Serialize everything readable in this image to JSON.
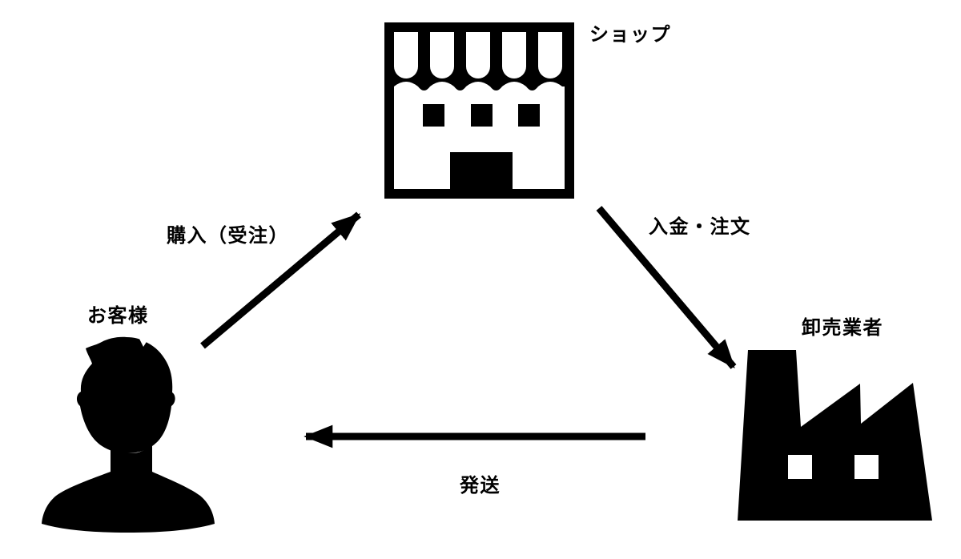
{
  "diagram": {
    "background_color": "#ffffff",
    "ink_color": "#000000",
    "nodes": {
      "shop": {
        "label": "ショップ",
        "icon": "storefront-icon"
      },
      "customer": {
        "label": "お客様",
        "icon": "person-icon"
      },
      "wholesaler": {
        "label": "卸売業者",
        "icon": "factory-icon"
      }
    },
    "edges": [
      {
        "id": "purchase",
        "from": "customer",
        "to": "shop",
        "label": "購入（受注）",
        "direction": "up-right"
      },
      {
        "id": "payment-order",
        "from": "shop",
        "to": "wholesaler",
        "label": "入金・注文",
        "direction": "down-right"
      },
      {
        "id": "shipping",
        "from": "wholesaler",
        "to": "customer",
        "label": "発送",
        "direction": "left"
      }
    ]
  }
}
